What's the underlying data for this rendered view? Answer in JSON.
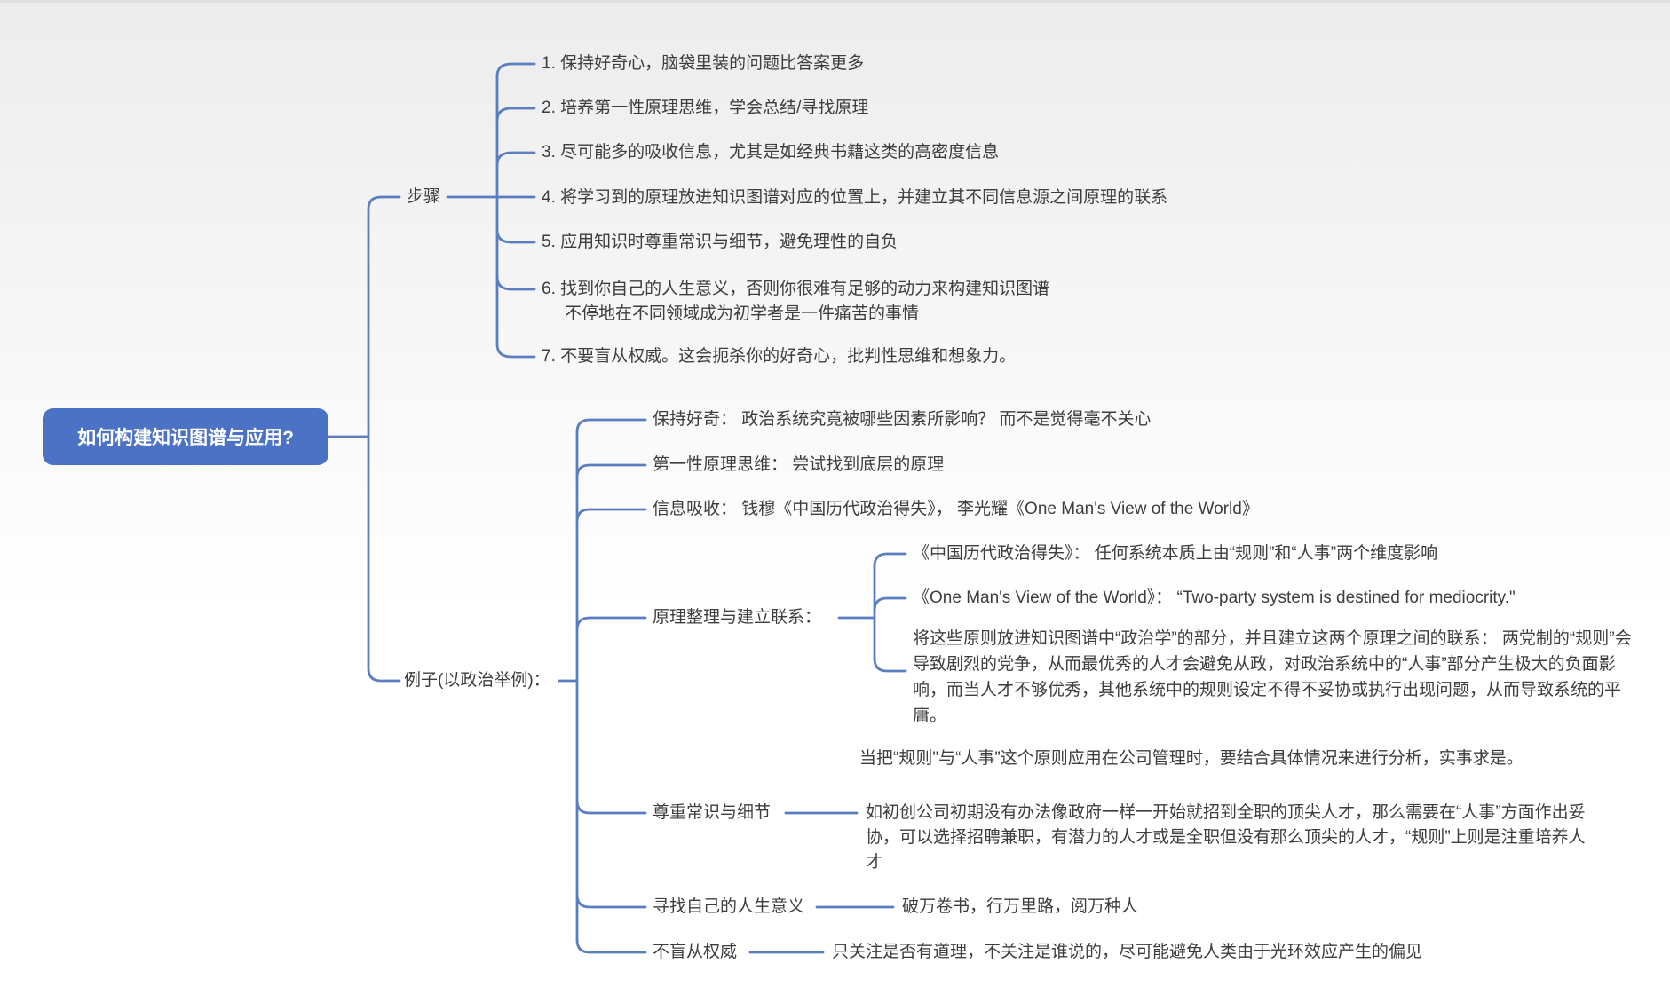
{
  "colors": {
    "root_fill": "#4b72c4",
    "root_text": "#ffffff",
    "connector": "#5b7ec0",
    "text": "#3d3d3d"
  },
  "root": {
    "label": "如何构建知识图谱与应用?"
  },
  "branches": {
    "steps": {
      "label": "步骤",
      "items": [
        "1. 保持好奇心，脑袋里装的问题比答案更多",
        "2. 培养第一性原理思维，学会总结/寻找原理",
        "3. 尽可能多的吸收信息，尤其是如经典书籍这类的高密度信息",
        "4. 将学习到的原理放进知识图谱对应的位置上，并建立其不同信息源之间原理的联系",
        "5. 应用知识时尊重常识与细节，避免理性的自负",
        "6. 找到你自己的人生意义，否则你很难有足够的动力来构建知识图谱\n不停地在不同领域成为初学者是一件痛苦的事情",
        "7. 不要盲从权威。这会扼杀你的好奇心，批判性思维和想象力。"
      ]
    },
    "example": {
      "label": "例子(以政治举例)：",
      "items": {
        "curiosity": "保持好奇： 政治系统究竟被哪些因素所影响？ 而不是觉得毫不关心",
        "first_principle": "第一性原理思维： 尝试找到底层的原理",
        "info_intake": "信息吸收： 钱穆《中国历代政治得失》， 李光耀《One Man's View of the World》",
        "organize": {
          "label": "原理整理与建立联系：",
          "children": [
            "《中国历代政治得失》： 任何系统本质上由“规则”和“人事”两个维度影响",
            "《One Man's View of the World》： “Two-party system is destined for mediocrity.\"",
            "将这些原则放进知识图谱中“政治学”的部分，并且建立这两个原理之间的联系： 两党制的“规则”会导致剧烈的党争，从而最优秀的人才会避免从政，对政治系统中的“人事”部分产生极大的负面影响，而当人才不够优秀，其他系统中的规则设定不得不妥协或执行出现问题，从而导致系统的平庸。"
          ],
          "note": "当把“规则\"与“人事”这个原则应用在公司管理时，要结合具体情况来进行分析，实事求是。"
        },
        "common_sense": {
          "label": "尊重常识与细节",
          "child": "如初创公司初期没有办法像政府一样一开始就招到全职的顶尖人才，那么需要在“人事”方面作出妥协，可以选择招聘兼职，有潜力的人才或是全职但没有那么顶尖的人才，“规则”上则是注重培养人才"
        },
        "life_meaning": {
          "label": "寻找自己的人生意义",
          "child": "破万卷书，行万里路，阅万种人"
        },
        "no_authority": {
          "label": "不盲从权威",
          "child": "只关注是否有道理，不关注是谁说的，尽可能避免人类由于光环效应产生的偏见"
        }
      }
    }
  }
}
